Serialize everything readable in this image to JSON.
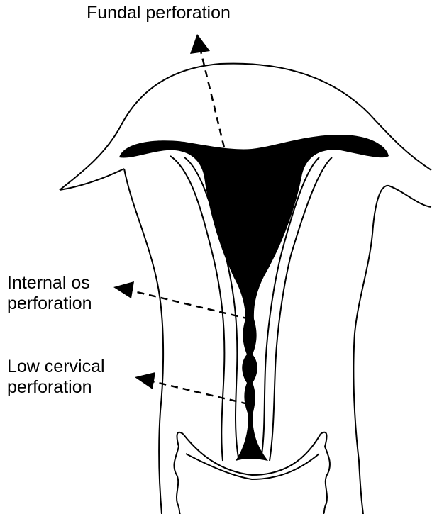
{
  "labels": {
    "fundal": "Fundal perforation",
    "internal_os": [
      "Internal os",
      "perforation"
    ],
    "low_cervical": [
      "Low cervical",
      "perforation"
    ]
  },
  "colors": {
    "stroke": "#000000",
    "fill": "#000000",
    "background": "#ffffff"
  }
}
